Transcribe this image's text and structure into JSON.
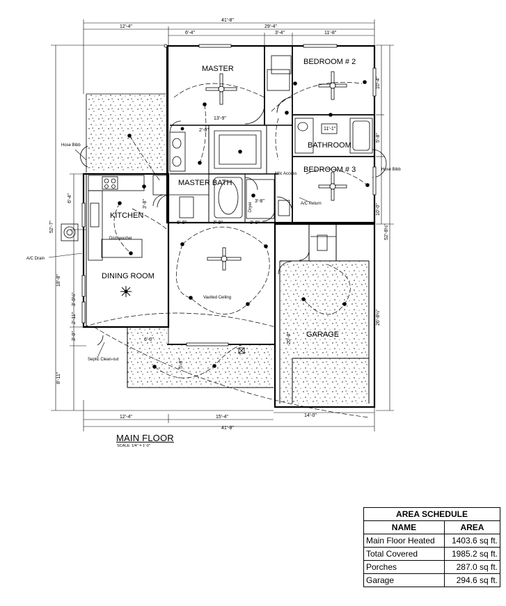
{
  "drawing": {
    "title": "MAIN FLOOR",
    "scale": "SCALE: 1/4\" = 1'-0\""
  },
  "rooms": {
    "master": "MASTER",
    "bedroom2": "BEDROOM # 2",
    "bathroom": "BATHROOM",
    "bedroom3": "BEDROOM # 3",
    "master_bath": "MASTER BATH",
    "kitchen": "KITCHEN",
    "dining_room": "DINING ROOM",
    "garage": "GARAGE"
  },
  "notes": {
    "hose_bibb": "Hose Bibb",
    "ac_drain": "A/C Drain",
    "septic": "Septic Clean-out",
    "dish_washer": "Dish washer",
    "vaulted_ceiling": "Vaulted Ceiling",
    "attic_access": "Attic Access",
    "ac_return": "A/C Return",
    "dryer": "Dryer"
  },
  "dimensions": {
    "top_overall": "41'-8\"",
    "top_left": "12'-4\"",
    "top_right": "29'-4\"",
    "top_a": "6'-4\"",
    "top_b": "3'-4\"",
    "top_c": "11'-8\"",
    "bottom_left": "12'-4\"",
    "bottom_mid": "15'-4\"",
    "bottom_overall": "41'-8\"",
    "garage_width": "14'-0\"",
    "left_overall": "52'-7\"",
    "left_a": "6'-4\"",
    "left_b": "18'-8\"",
    "left_c": "3'-0\"",
    "left_d": "8'-11\"",
    "left_e": "3'-0½\"",
    "left_f": "2'-11\"",
    "right_overall": "52'-8½\"",
    "right_a": "10'-4\"",
    "right_b": "5'-8\"",
    "right_c": "10'-0\"",
    "right_d": "26'-8½\"",
    "master_width": "13'-9\"",
    "hall_a": "6'-8\"",
    "hall_b": "7'-0\"",
    "hall_c": "3'-8\"",
    "porch": "6'-0\"",
    "garage_depth": "20'-0\"",
    "porch_depth": "5'-8\"",
    "kitchen_h": "3'-8\"",
    "small_1": "2'-0\"",
    "small_2": "3'-8\"",
    "small_3": "11'-1\""
  },
  "area_schedule": {
    "title": "AREA SCHEDULE",
    "col_name": "NAME",
    "col_area": "AREA",
    "rows": [
      {
        "name": "Main Floor Heated",
        "area": "1403.6 sq ft."
      },
      {
        "name": "Total Covered",
        "area": "1985.2 sq ft."
      },
      {
        "name": "Porches",
        "area": "287.0 sq ft."
      },
      {
        "name": "Garage",
        "area": "294.6 sq ft."
      }
    ]
  }
}
